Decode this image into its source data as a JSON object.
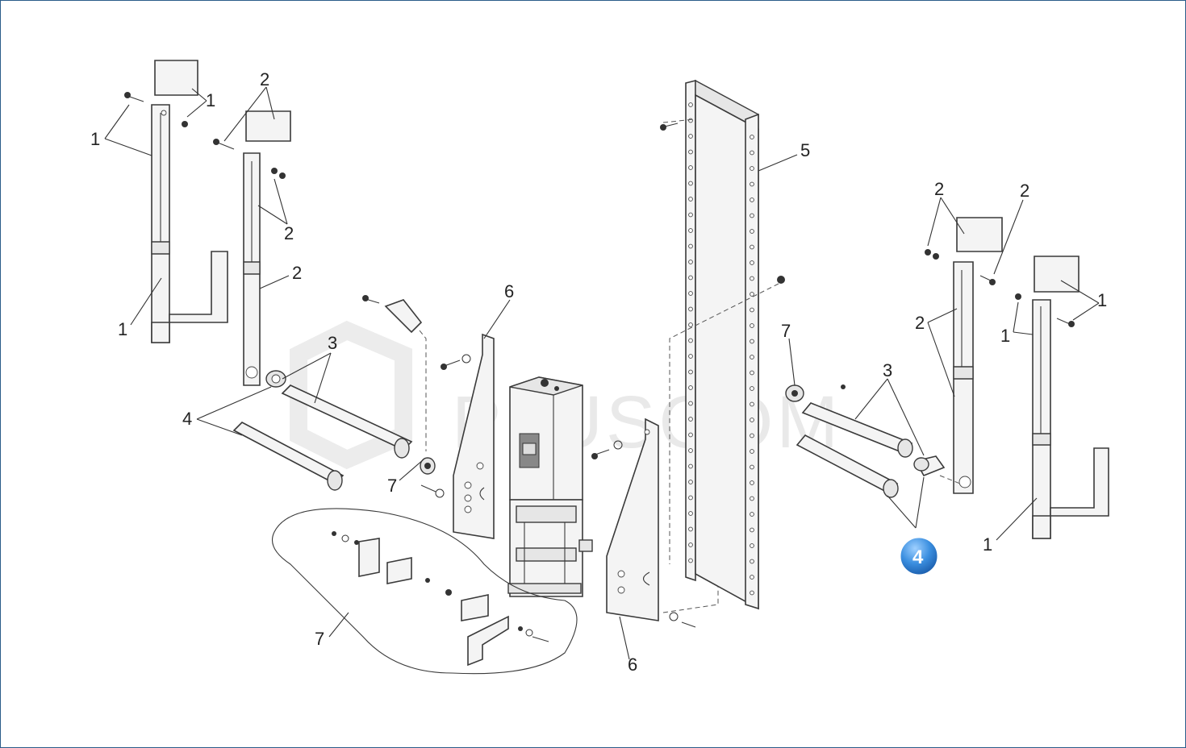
{
  "watermark": {
    "text": "PLUSCOM"
  },
  "badge": {
    "label": "4",
    "color": "#3b8fe0"
  },
  "callouts": {
    "c1a": "1",
    "c1b": "1",
    "c1c": "1",
    "c2a": "2",
    "c2b": "2",
    "c2c": "2",
    "c3a": "3",
    "c4a": "4",
    "c7a": "7",
    "c6a": "6",
    "c6b": "6",
    "c7b": "7",
    "c5": "5",
    "c2d": "2",
    "c2e": "2",
    "c2f": "2",
    "c1d": "1",
    "c1e": "1",
    "c1f": "1",
    "c7c": "7",
    "c3b": "3"
  }
}
